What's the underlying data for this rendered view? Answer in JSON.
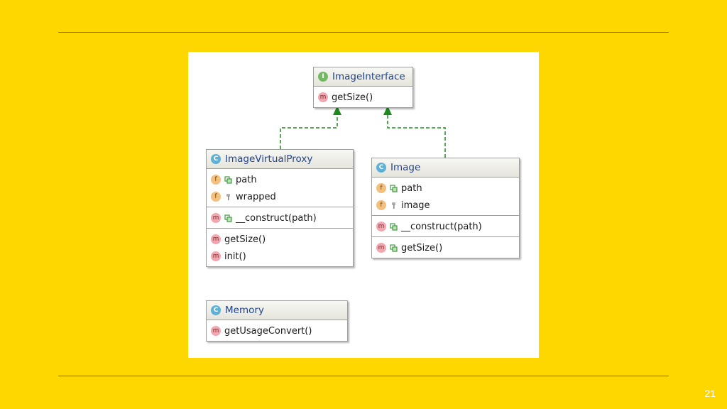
{
  "slide": {
    "page_number": "21"
  },
  "diagram": {
    "interface": {
      "name": "ImageInterface",
      "badge": "I",
      "methods": [
        {
          "badge": "m",
          "label": "getSize()"
        }
      ]
    },
    "proxy": {
      "name": "ImageVirtualProxy",
      "badge": "C",
      "fields": [
        {
          "badge": "f",
          "visibility": "protected-icon",
          "label": "path"
        },
        {
          "badge": "f",
          "visibility": "private-icon",
          "label": "wrapped"
        }
      ],
      "constructors": [
        {
          "badge": "m",
          "visibility": "protected-icon",
          "label": "__construct(path)"
        }
      ],
      "methods": [
        {
          "badge": "m",
          "label": "getSize()"
        },
        {
          "badge": "m",
          "label": "init()"
        }
      ]
    },
    "image": {
      "name": "Image",
      "badge": "C",
      "fields": [
        {
          "badge": "f",
          "visibility": "protected-icon",
          "label": "path"
        },
        {
          "badge": "f",
          "visibility": "private-icon",
          "label": "image"
        }
      ],
      "constructors": [
        {
          "badge": "m",
          "visibility": "protected-icon",
          "label": "__construct(path)"
        }
      ],
      "methods": [
        {
          "badge": "m",
          "visibility": "protected-icon",
          "label": "getSize()"
        }
      ]
    },
    "memory": {
      "name": "Memory",
      "badge": "C",
      "methods": [
        {
          "badge": "m",
          "label": "getUsageConvert()"
        }
      ]
    },
    "colors": {
      "background": "#FFD700",
      "arrow": "#1e8a1e",
      "class_title": "#21438f",
      "border": "#9e9e9e"
    }
  }
}
